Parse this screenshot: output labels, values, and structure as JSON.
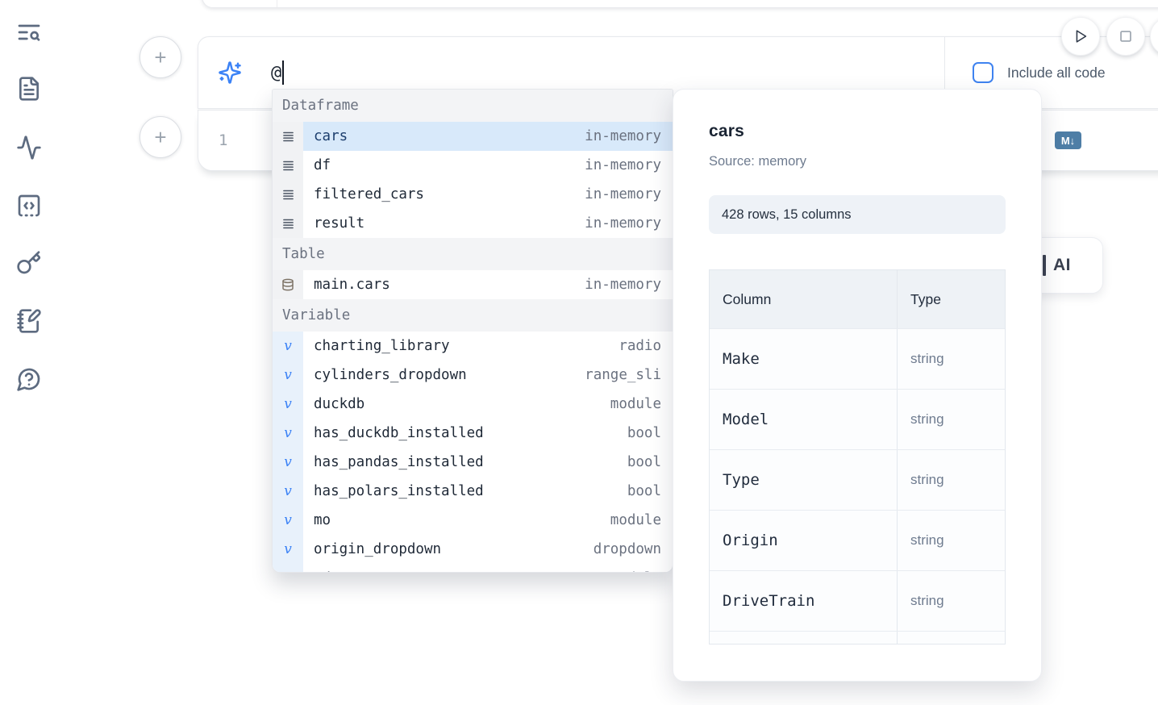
{
  "sidebar": {
    "items": [
      {
        "icon": "text-search-icon"
      },
      {
        "icon": "file-text-icon"
      },
      {
        "icon": "activity-icon"
      },
      {
        "icon": "code-snippet-icon"
      },
      {
        "icon": "key-icon"
      },
      {
        "icon": "notebook-pen-icon"
      },
      {
        "icon": "help-bubble-icon"
      }
    ]
  },
  "toolbar": {
    "run_icon": "play-icon",
    "stop_icon": "stop-icon",
    "include_all_code_label": "Include all code",
    "include_all_code_checked": false
  },
  "prompt": {
    "value": "@",
    "icon": "sparkles-icon"
  },
  "editor": {
    "line_number": "1",
    "add_cell_label": "+",
    "footer_icons": {
      "database": "database-icon",
      "markdown_badge": "M↓"
    }
  },
  "ai_button": {
    "label": "AI"
  },
  "autocomplete": {
    "sections": [
      {
        "label": "Dataframe",
        "icon": "rows-icon",
        "items": [
          {
            "name": "cars",
            "type": "in-memory",
            "selected": true
          },
          {
            "name": "df",
            "type": "in-memory",
            "selected": false
          },
          {
            "name": "filtered_cars",
            "type": "in-memory",
            "selected": false
          },
          {
            "name": "result",
            "type": "in-memory",
            "selected": false
          }
        ]
      },
      {
        "label": "Table",
        "icon": "database-small-icon",
        "items": [
          {
            "name": "main.cars",
            "type": "in-memory",
            "selected": false
          }
        ]
      },
      {
        "label": "Variable",
        "icon": "variable-icon",
        "items": [
          {
            "name": "charting_library",
            "type": "radio",
            "selected": false
          },
          {
            "name": "cylinders_dropdown",
            "type": "range_sli",
            "selected": false
          },
          {
            "name": "duckdb",
            "type": "module",
            "selected": false
          },
          {
            "name": "has_duckdb_installed",
            "type": "bool",
            "selected": false
          },
          {
            "name": "has_pandas_installed",
            "type": "bool",
            "selected": false
          },
          {
            "name": "has_polars_installed",
            "type": "bool",
            "selected": false
          },
          {
            "name": "mo",
            "type": "module",
            "selected": false
          },
          {
            "name": "origin_dropdown",
            "type": "dropdown",
            "selected": false
          },
          {
            "name": "pd",
            "type": "module",
            "selected": false
          }
        ]
      }
    ]
  },
  "preview": {
    "title": "cars",
    "source": "Source: memory",
    "shape": "428 rows, 15 columns",
    "table": {
      "headers": [
        "Column",
        "Type"
      ],
      "rows": [
        {
          "column": "Make",
          "type": "string"
        },
        {
          "column": "Model",
          "type": "string"
        },
        {
          "column": "Type",
          "type": "string"
        },
        {
          "column": "Origin",
          "type": "string"
        },
        {
          "column": "DriveTrain",
          "type": "string"
        },
        {
          "column": "",
          "type": ""
        }
      ]
    }
  },
  "colors": {
    "accent_blue": "#3b82f6",
    "steel_blue": "#4e7ea6",
    "selected_row_bg": "#d8e9fa",
    "section_header_bg": "#f3f4f6",
    "panel_pill_bg": "#eef2f7",
    "muted_text": "#6b7280",
    "dark_text": "#1f2937"
  }
}
